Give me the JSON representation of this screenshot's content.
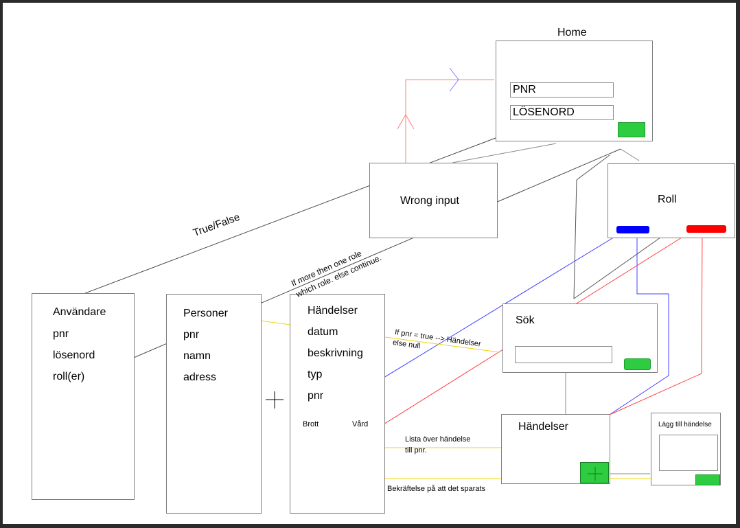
{
  "home": {
    "title": "Home",
    "pnr_field": "PNR",
    "password_field": "LÖSENORD"
  },
  "wrong_input": {
    "label": "Wrong input"
  },
  "roll": {
    "label": "Roll"
  },
  "sok": {
    "label": "Sök"
  },
  "handelser_page": {
    "label": "Händelser"
  },
  "lagg_till": {
    "label": "Lägg till händelse"
  },
  "tables": {
    "anvandare": [
      "Användare",
      "pnr",
      "lösenord",
      "roll(er)"
    ],
    "personer": [
      "Personer",
      "pnr",
      "namn",
      "adress"
    ],
    "handelser": [
      "Händelser",
      "datum",
      "beskrivning",
      "typ",
      "pnr"
    ],
    "handelser_split": [
      "Brott",
      "Vård"
    ]
  },
  "annotations": {
    "true_false": "True/False",
    "role_line1": "If more then one role",
    "role_line2": "which role. else continue.",
    "pnr_line1": "If pnr = true --> Händelser",
    "pnr_line2": "else null",
    "lista_line1": "Lista över händelse",
    "lista_line2": "till pnr.",
    "bekraftelse": "Bekräftelse på att det sparats",
    "plus_sign": "+"
  },
  "colors": {
    "button_green": "#2ecc40",
    "role_blue": "#0000ff",
    "role_red": "#ff0000",
    "arrow_red": "#ff8080",
    "note_yellow": "#f2d60a",
    "line_gray": "#7f7f7f"
  }
}
